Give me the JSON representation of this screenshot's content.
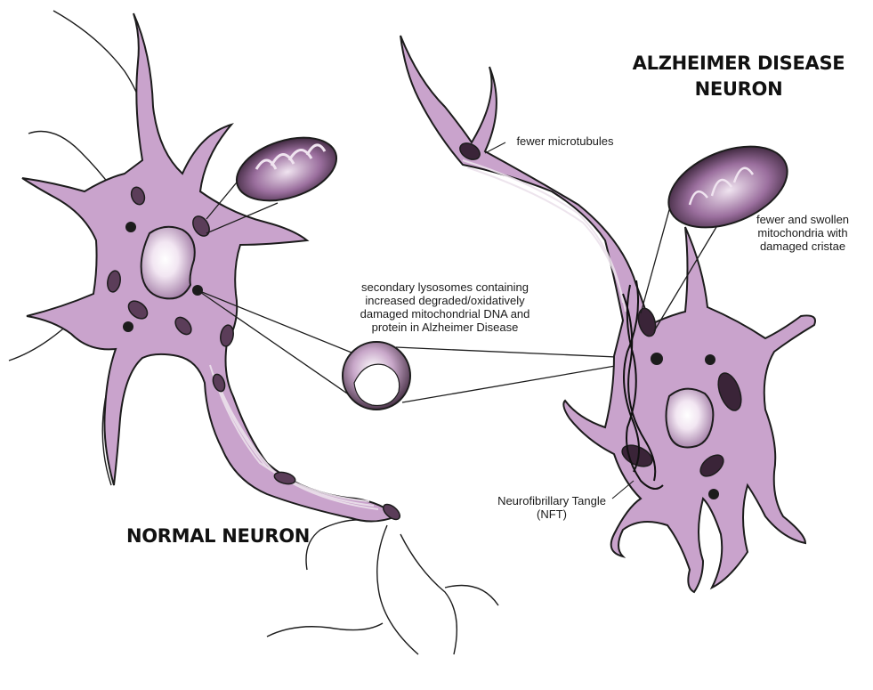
{
  "titles": {
    "alzheimer_line1": "ALZHEIMER DISEASE",
    "alzheimer_line2": "NEURON",
    "normal": "NORMAL NEURON"
  },
  "labels": {
    "microtubules": "fewer microtubules",
    "mito_line1": "fewer and swollen",
    "mito_line2": "mitochondria with",
    "mito_line3": "damaged cristae",
    "lyso_line1": "secondary lysosomes containing",
    "lyso_line2": "increased degraded/oxidatively",
    "lyso_line3": "damaged mitochondrial DNA and",
    "lyso_line4": "protein in Alzheimer Disease",
    "nft_line1": "Neurofibrillary Tangle",
    "nft_line2": "(NFT)"
  },
  "colors": {
    "cell_fill": "#c9a3cc",
    "outline": "#1c1c1c",
    "axon_streak": "#ece2ec",
    "organelle_dark": "#3a2438"
  }
}
